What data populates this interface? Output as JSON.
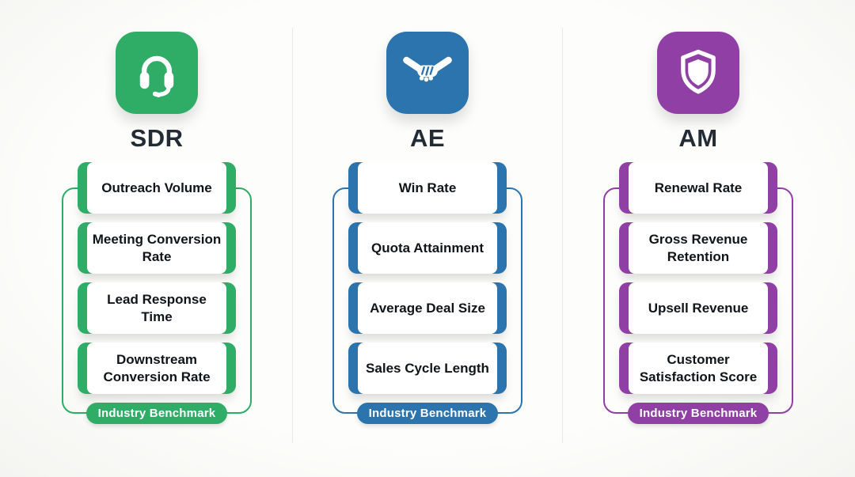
{
  "page": {
    "background": "#fdfdfb",
    "divider_color": "#e9e9e6"
  },
  "columns": [
    {
      "title": "SDR",
      "accent": "#2FAC66",
      "icon": "headset-icon",
      "metrics": [
        "Outreach Volume",
        "Meeting Conversion Rate",
        "Lead Response Time",
        "Downstream Conversion Rate"
      ],
      "benchmark_label": "Industry Benchmark"
    },
    {
      "title": "AE",
      "accent": "#2C74AE",
      "icon": "handshake-icon",
      "metrics": [
        "Win Rate",
        "Quota Attainment",
        "Average Deal Size",
        "Sales Cycle Length"
      ],
      "benchmark_label": "Industry Benchmark"
    },
    {
      "title": "AM",
      "accent": "#9040A5",
      "icon": "shield-icon",
      "metrics": [
        "Renewal Rate",
        "Gross Revenue Retention",
        "Upsell Revenue",
        "Customer Satisfaction Score"
      ],
      "benchmark_label": "Industry Benchmark"
    }
  ]
}
